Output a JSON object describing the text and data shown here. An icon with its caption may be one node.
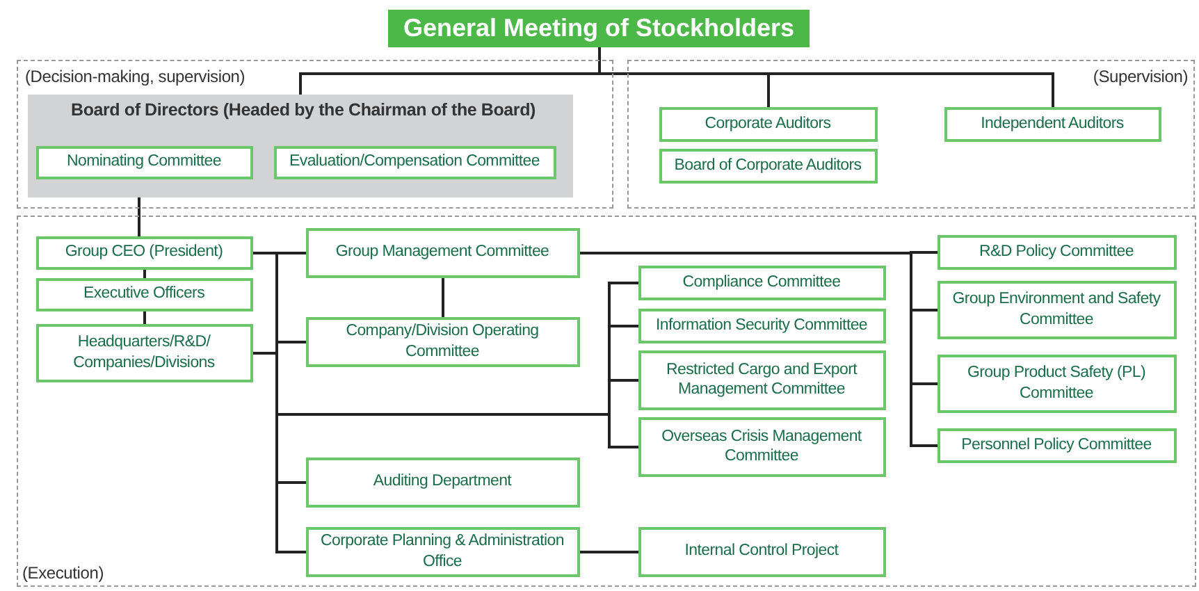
{
  "diagram": {
    "nodes": [
      {
        "text": [
          "General Meeting of Stockholders"
        ]
      },
      {
        "text": [
          "(Decision-making, supervision)"
        ]
      },
      {
        "text": [
          "Board of Directors (Headed by the Chairman of the Board)"
        ],
        "in": 1
      },
      {
        "text": [
          "Nominating Committee"
        ],
        "in": 2
      },
      {
        "text": [
          "Evaluation/Compensation Committee"
        ],
        "in": 2
      },
      {
        "text": [
          "(Supervision)"
        ]
      },
      {
        "text": [
          "Corporate Auditors"
        ],
        "in": 5
      },
      {
        "text": [
          "Board of Corporate Auditors"
        ],
        "in": 5
      },
      {
        "text": [
          "Independent Auditors"
        ],
        "in": 5
      },
      {
        "text": [
          "(Execution)"
        ]
      },
      {
        "text": [
          "Group CEO (President)"
        ],
        "in": 9
      },
      {
        "text": [
          "Executive Officers"
        ],
        "in": 9
      },
      {
        "text": [
          "Headquarters/R&D/ Companies/Divisions"
        ],
        "in": 9
      },
      {
        "text": [
          "Group Management Committee"
        ],
        "in": 9
      },
      {
        "text": [
          "Company/Division Operating Committee"
        ],
        "in": 9
      },
      {
        "text": [
          "Compliance Committee"
        ],
        "in": 9
      },
      {
        "text": [
          "Information Security Committee"
        ],
        "in": 9
      },
      {
        "text": [
          "Restricted Cargo and Export Management Committee"
        ],
        "in": 9
      },
      {
        "text": [
          "Overseas Crisis Management Committee"
        ],
        "in": 9
      },
      {
        "text": [
          "R&D Policy Committee"
        ],
        "in": 9
      },
      {
        "text": [
          "Group Environment and Safety Committee"
        ],
        "in": 9
      },
      {
        "text": [
          "Group Product Safety (PL) Committee"
        ],
        "in": 9
      },
      {
        "text": [
          "Personnel Policy Committee"
        ],
        "in": 9
      },
      {
        "text": [
          "Auditing Department"
        ],
        "in": 9
      },
      {
        "text": [
          "Corporate Planning & Administration Office"
        ],
        "in": 9
      },
      {
        "text": [
          "Internal Control Project"
        ],
        "in": 9
      }
    ],
    "edges": [
      {
        "from": 0,
        "to": 2,
        "arrow": "none"
      },
      {
        "from": 0,
        "to": 6,
        "arrow": "none"
      },
      {
        "from": 0,
        "to": 8,
        "arrow": "none"
      },
      {
        "from": 2,
        "to": 10,
        "arrow": "none"
      },
      {
        "from": 10,
        "to": 11,
        "arrow": "none"
      },
      {
        "from": 11,
        "to": 12,
        "arrow": "none"
      },
      {
        "from": 10,
        "to": 13,
        "arrow": "none"
      },
      {
        "from": 12,
        "to": 14,
        "arrow": "none"
      },
      {
        "from": 13,
        "to": 14,
        "arrow": "none"
      },
      {
        "from": 10,
        "to": 15,
        "arrow": "none"
      },
      {
        "from": 10,
        "to": 16,
        "arrow": "none"
      },
      {
        "from": 10,
        "to": 17,
        "arrow": "none"
      },
      {
        "from": 10,
        "to": 18,
        "arrow": "none"
      },
      {
        "from": 13,
        "to": 19,
        "arrow": "none"
      },
      {
        "from": 13,
        "to": 20,
        "arrow": "none"
      },
      {
        "from": 13,
        "to": 21,
        "arrow": "none"
      },
      {
        "from": 13,
        "to": 22,
        "arrow": "none"
      },
      {
        "from": 10,
        "to": 23,
        "arrow": "none"
      },
      {
        "from": 10,
        "to": 24,
        "arrow": "none"
      },
      {
        "from": 24,
        "to": 25,
        "arrow": "none"
      }
    ]
  }
}
